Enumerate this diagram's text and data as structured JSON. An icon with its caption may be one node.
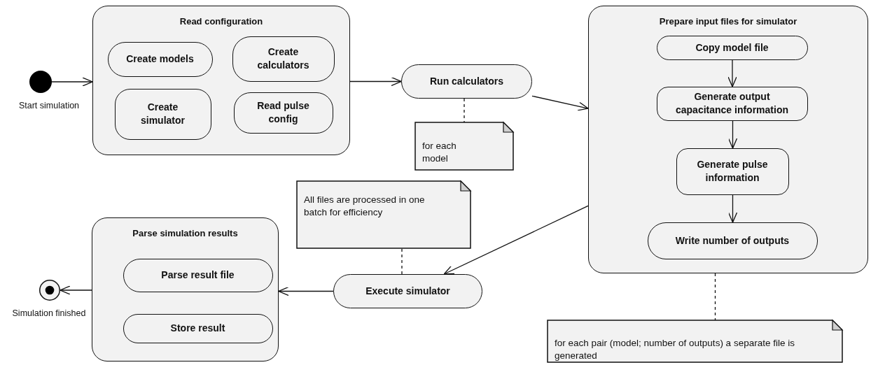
{
  "diagram": {
    "nodes": [
      {
        "text": [],
        "shape": "circle",
        "beside": [
          "Start simulation"
        ]
      },
      {
        "text": [
          "Read configuration"
        ]
      },
      {
        "text": [
          "Create models"
        ],
        "in": 1
      },
      {
        "text": [
          "Create calculators"
        ],
        "in": 1
      },
      {
        "text": [
          "Create simulator"
        ],
        "in": 1
      },
      {
        "text": [
          "Read pulse config"
        ],
        "in": 1
      },
      {
        "text": [
          "Run calculators"
        ]
      },
      {
        "text": [
          "for each model"
        ]
      },
      {
        "text": [
          "Prepare input files for simulator"
        ]
      },
      {
        "text": [
          "Copy model file"
        ],
        "in": 8
      },
      {
        "text": [
          "Generate output capacitance information"
        ],
        "in": 8
      },
      {
        "text": [
          "Generate pulse information"
        ],
        "in": 8
      },
      {
        "text": [
          "Write number of outputs"
        ],
        "in": 8
      },
      {
        "text": [
          "All files are processed in one batch for efficiency"
        ]
      },
      {
        "text": [
          "Parse simulation results"
        ]
      },
      {
        "text": [
          "Parse result file"
        ],
        "in": 14
      },
      {
        "text": [
          "Store result"
        ],
        "in": 14
      },
      {
        "text": [
          "Execute simulator"
        ]
      },
      {
        "text": [],
        "shape": "bullseye",
        "beside": [
          "Simulation finished"
        ]
      },
      {
        "text": [
          "for each pair (model; number of outputs) a separate file is generated"
        ]
      }
    ],
    "edges": [
      {
        "from": 0,
        "to": 1,
        "arrow": "to"
      },
      {
        "from": 1,
        "to": 6,
        "arrow": "to"
      },
      {
        "from": 6,
        "to": 8,
        "arrow": "to"
      },
      {
        "from": 6,
        "to": 7,
        "arrow": "none",
        "style": "dashed"
      },
      {
        "from": 9,
        "to": 10,
        "arrow": "to"
      },
      {
        "from": 10,
        "to": 11,
        "arrow": "to"
      },
      {
        "from": 11,
        "to": 12,
        "arrow": "to"
      },
      {
        "from": 8,
        "to": 17,
        "arrow": "to"
      },
      {
        "from": 17,
        "to": 13,
        "arrow": "none",
        "style": "dashed"
      },
      {
        "from": 17,
        "to": 14,
        "arrow": "to"
      },
      {
        "from": 14,
        "to": 18,
        "arrow": "to"
      },
      {
        "from": 8,
        "to": 19,
        "arrow": "none",
        "style": "dashed"
      }
    ]
  }
}
